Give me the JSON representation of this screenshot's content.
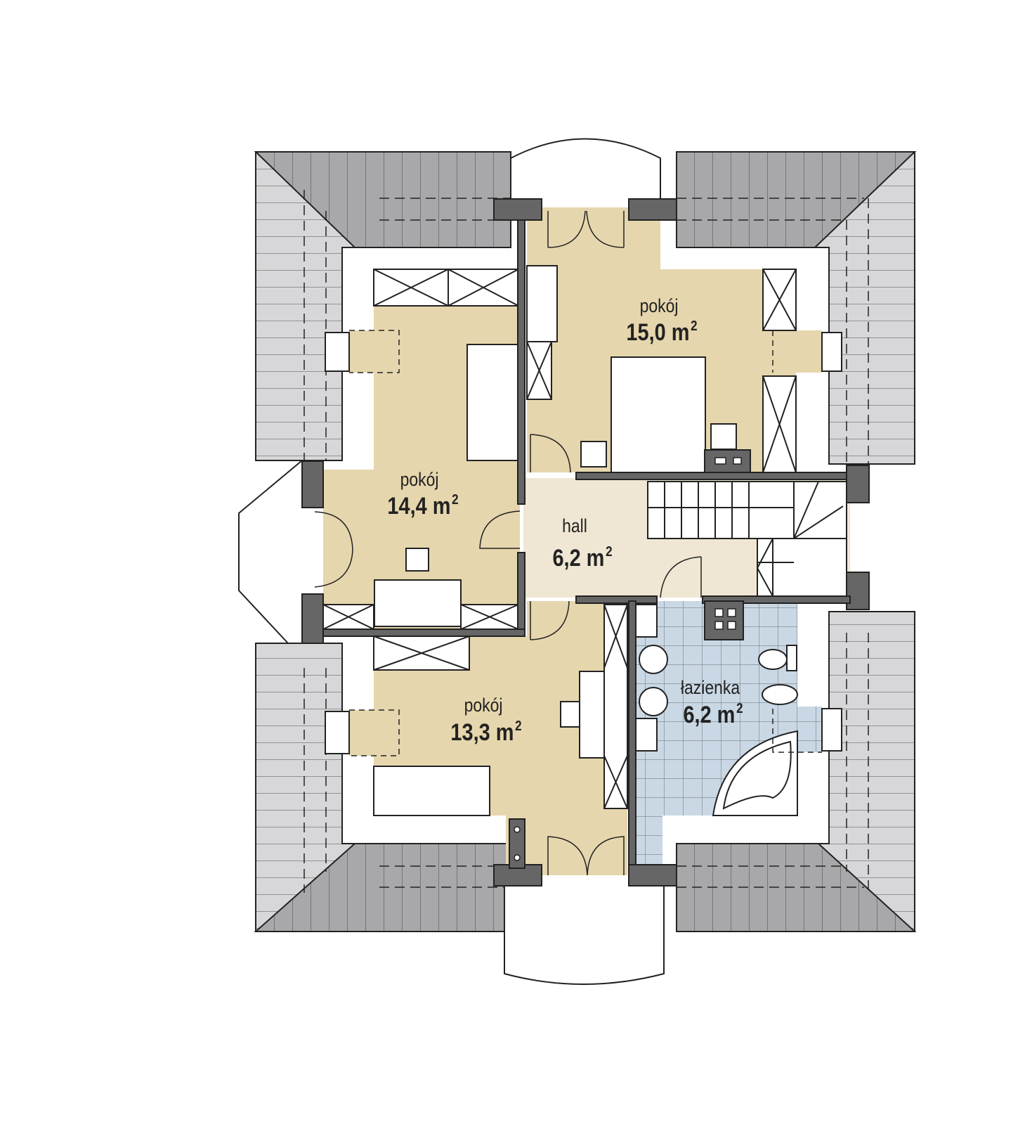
{
  "colors": {
    "room": "#e6d6ad",
    "hall": "#efe7d3",
    "bathroom": "#c9d8e4",
    "roof_dark": "#a8a8aa",
    "roof_light": "#d7d7d9",
    "wall": "#666666",
    "line": "#222222"
  },
  "rooms": [
    {
      "name": "pokój",
      "area": "15,0",
      "unit": "m",
      "exp": "2"
    },
    {
      "name": "pokój",
      "area": "14,4",
      "unit": "m",
      "exp": "2"
    },
    {
      "name": "hall",
      "area": "6,2",
      "unit": "m",
      "exp": "2"
    },
    {
      "name": "pokój",
      "area": "13,3",
      "unit": "m",
      "exp": "2"
    },
    {
      "name": "łazienka",
      "area": "6,2",
      "unit": "m",
      "exp": "2"
    }
  ]
}
